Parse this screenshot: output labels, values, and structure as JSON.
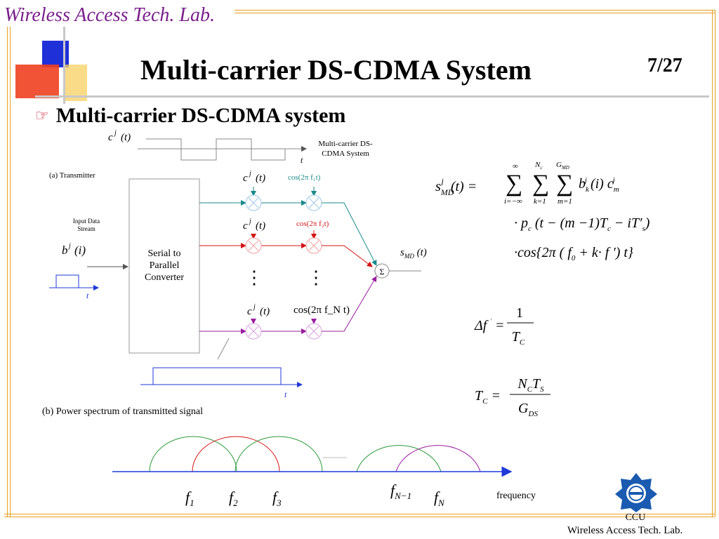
{
  "header": {
    "lab_name": "Wireless Access Tech. Lab.",
    "slide_title": "Multi-carrier DS-CDMA System",
    "page_indicator": "7/27"
  },
  "bullet": {
    "text": "Multi-carrier DS-CDMA system"
  },
  "transmitter": {
    "section_label": "(a) Transmitter",
    "input_label": "Input Data Stream",
    "converter_label": [
      "Serial to",
      "Parallel",
      "Converter"
    ],
    "waveform_caption": [
      "Multi-carrier DS-",
      "CDMA System"
    ],
    "axis_t": "t",
    "code_label": "c",
    "code_sup": "j",
    "code_arg": "(t)",
    "input_symbol": "b",
    "input_sup": "j",
    "input_arg": "(i)",
    "carriers": [
      "cos(2π f₁t)",
      "cos(2π f₂t)",
      "cos(2π f_N t)"
    ],
    "carrier_colors": [
      "#1a8a8a",
      "#d41414",
      "#9a1ea0"
    ],
    "sum_symbol": "Σ",
    "output_label": "s_MD(t)",
    "dots": "⋮"
  },
  "equations": {
    "s_md_lhs": "s_MD^j(t) =",
    "sum_limits": [
      "∞",
      "N_c",
      "G_MD",
      "i=−∞",
      "k=1",
      "m=1"
    ],
    "s_md_terms": "b_k^j(i) c_m^j",
    "line2": "· p_c(t − (m−1)T_c − iT'_s)",
    "line3": "· cos{2π(f₀ + k f′)t}",
    "delta_f_lhs": "Δf′ =",
    "delta_f_num": "1",
    "delta_f_den": "T_C",
    "tc_lhs": "T_C =",
    "tc_num": "N_C T_S",
    "tc_den": "G_DS"
  },
  "spectrum": {
    "caption": "(b) Power spectrum of transmitted signal",
    "axis_label": "frequency",
    "freq_labels": [
      "f₁",
      "f₂",
      "f₃",
      "f_{N−1}",
      "f_N"
    ],
    "lobe_colors": [
      "#2a9a3a",
      "#d41414",
      "#2a9a3a",
      "#2a9a3a",
      "#9a1ea0"
    ]
  },
  "footer": {
    "ccu": "CCU",
    "lab": "Wireless Access Tech. Lab."
  },
  "colors": {
    "frame": "#e8a020",
    "accent_purple": "#7a1f8c",
    "blue_square": "#1f30d8",
    "red_square": "#f04020",
    "yellow_square": "#f8d060"
  }
}
